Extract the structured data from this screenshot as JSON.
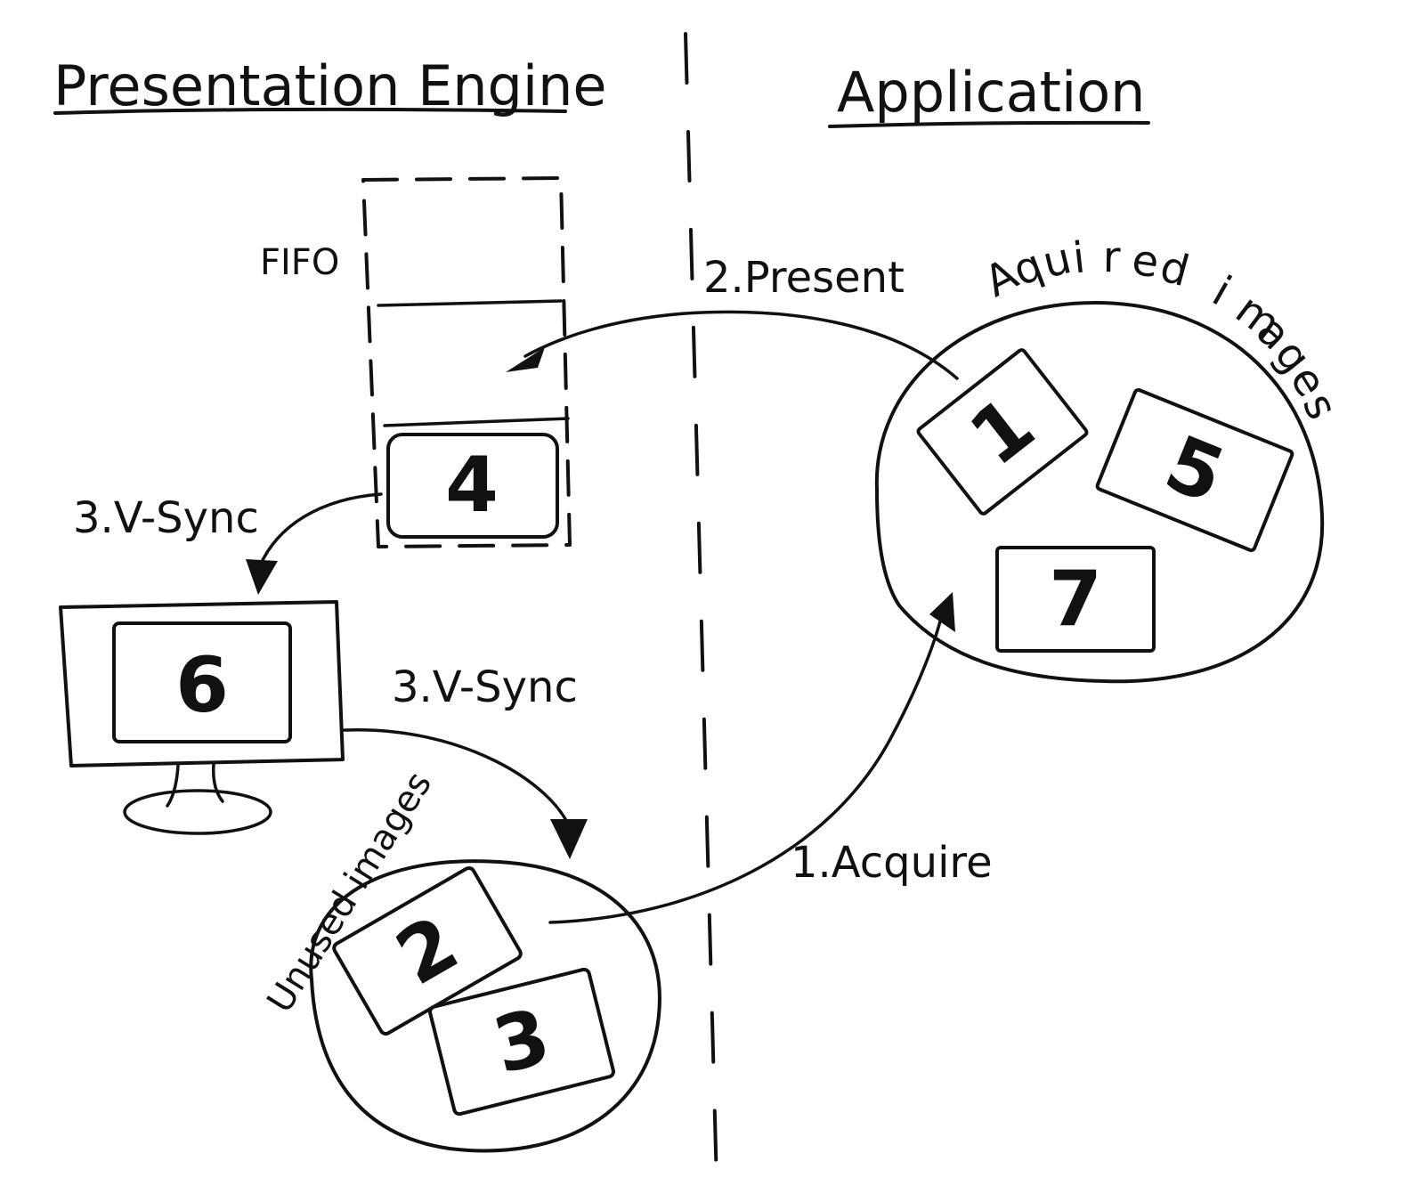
{
  "diagram": {
    "sections": {
      "left_title": "Presentation Engine",
      "right_title": "Application"
    },
    "fifo": {
      "label": "FIFO",
      "queued_image": "4"
    },
    "display": {
      "shown_image": "6"
    },
    "pools": {
      "acquired": {
        "label": "Aquired images",
        "images": [
          "1",
          "5",
          "7"
        ]
      },
      "unused": {
        "label": "Unused images",
        "images": [
          "2",
          "3"
        ]
      }
    },
    "steps": {
      "acquire": "1.Acquire",
      "present": "2.Present",
      "vsync_to_display": "3.V-Sync",
      "vsync_to_unused": "3.V-Sync"
    },
    "colors": {
      "ink": "#111111",
      "paper": "#ffffff",
      "hatch_fill": "#bdbdbd"
    }
  }
}
